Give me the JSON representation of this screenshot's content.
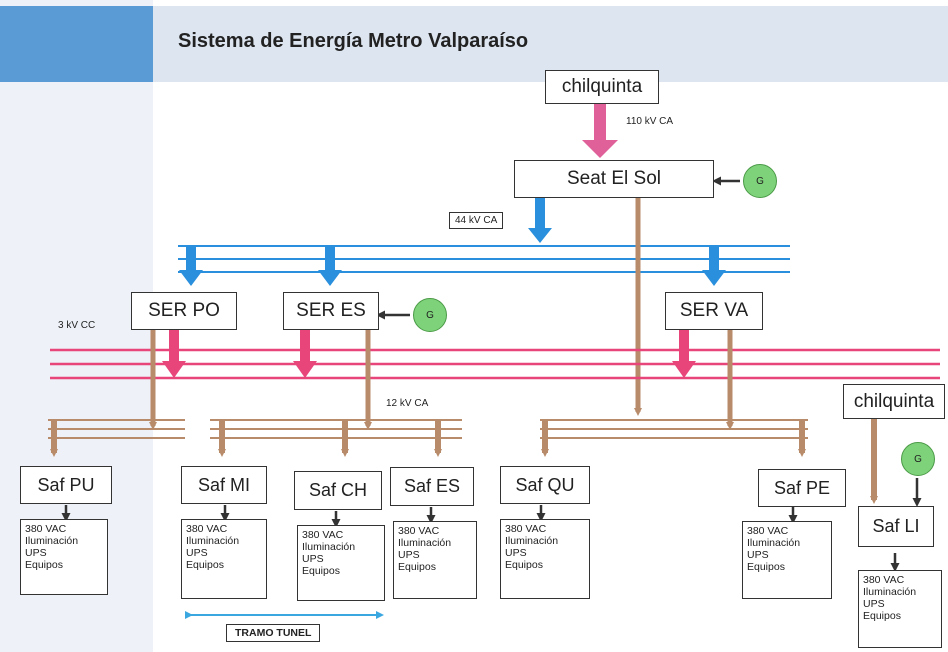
{
  "title": "Sistema de Energía Metro Valparaíso",
  "sources": {
    "chilquinta_main": "chilquinta",
    "chilquinta_right": "chilquinta"
  },
  "main_substation": "Seat El Sol",
  "generator_label": "G",
  "voltages": {
    "hv": "110 kV CA",
    "mv": "44 kV CA",
    "traction": "3 kV CC",
    "distribution": "12 kV CA"
  },
  "rectifier_substations": [
    "SER PO",
    "SER ES",
    "SER VA"
  ],
  "auxiliary_substations": [
    "Saf PU",
    "Saf MI",
    "Saf CH",
    "Saf ES",
    "Saf QU",
    "Saf PE",
    "Saf LI"
  ],
  "load_lines": [
    "380 VAC",
    "Iluminación",
    "UPS",
    "Equipos"
  ],
  "tunnel_label": "TRAMO TUNEL",
  "colors": {
    "ac44": "#2a8fdc",
    "dc3kv": "#e8457a",
    "hv110": "#e0609a",
    "feeder": "#b88b6a",
    "generator": "#7ed37a"
  }
}
